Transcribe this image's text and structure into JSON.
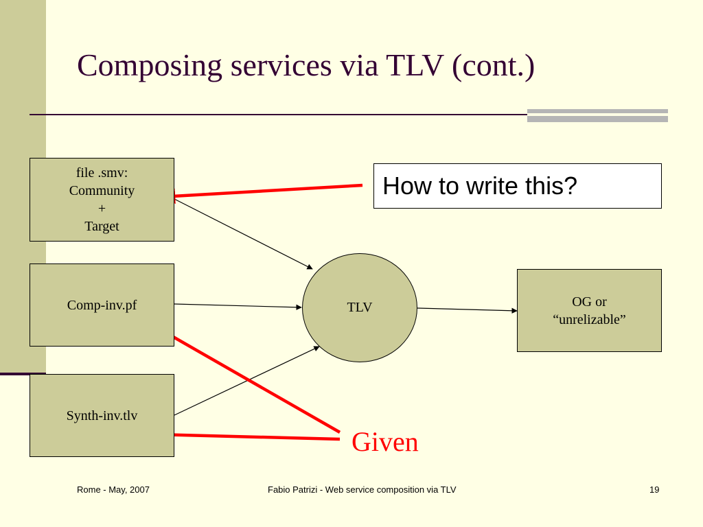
{
  "slide": {
    "title": "Composing services via TLV (cont.)"
  },
  "diagram": {
    "nodes": {
      "smv": "file .smv:\nCommunity\n+\nTarget",
      "comp_inv": "Comp-inv.pf",
      "synth_inv": "Synth-inv.tlv",
      "tlv": "TLV",
      "output": "OG or\n“unrelizable”"
    },
    "callout": "How to write this?",
    "given_label": "Given"
  },
  "footer": {
    "left": "Rome - May, 2007",
    "center": "Fabio Patrizi - Web service composition via TLV",
    "page_number": "19"
  },
  "colors": {
    "background": "#FFFFE5",
    "sidebar": "#CCCC99",
    "title_text": "#330033",
    "box_fill": "#CCCC99",
    "highlight_arrow": "#FF0000"
  }
}
